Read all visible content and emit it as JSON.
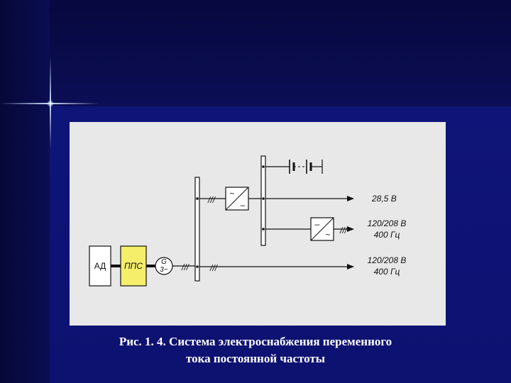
{
  "diagram": {
    "blocks": {
      "ad": "АД",
      "pps": "ППС",
      "generator_g": "G",
      "generator_3": "3~"
    },
    "symbols": {
      "ac": "~",
      "dc": "–",
      "three_phase": "///"
    },
    "outputs": {
      "dc_voltage": "28,5 В",
      "ac1_voltage": "120/208 В",
      "ac1_freq": "400 Гц",
      "ac2_voltage": "120/208 В",
      "ac2_freq": "400 Гц"
    }
  },
  "caption": {
    "line1": "Рис. 1. 4. Система электроснабжения переменного",
    "line2": "тока постоянной частоты"
  },
  "colors": {
    "background": "#0a0f5c",
    "panel": "#e8e8e8",
    "pps_fill": "#f4ee6a"
  }
}
